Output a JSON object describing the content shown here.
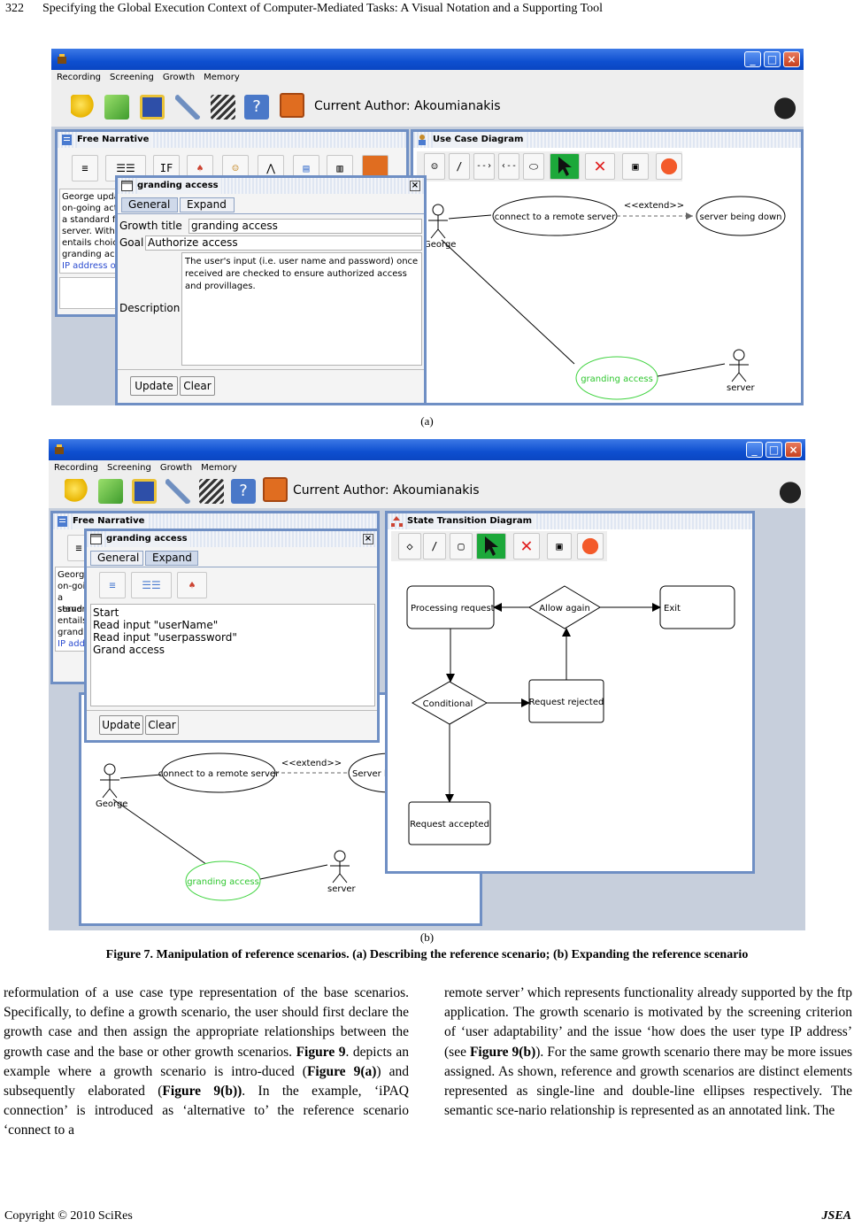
{
  "header": {
    "page_number": "322",
    "running_title": "Specifying the Global Execution Context of Computer-Mediated Tasks: A Visual Notation and a Supporting Tool"
  },
  "app": {
    "menu": [
      "Recording",
      "Screening",
      "Growth",
      "Memory"
    ],
    "author_label": "Current Author: Akoumianakis",
    "window_buttons": {
      "minimize": "_",
      "maximize": "□",
      "close": "×"
    }
  },
  "fig_a": {
    "caption": "(a)",
    "free_narrative": {
      "title": "Free Narrative",
      "toolbar_text_icon": "IF",
      "narrative_lines": [
        "George upda",
        "on-going act",
        "a standard fl",
        "server. With",
        "entails choic",
        "granding acc",
        "IP address o"
      ]
    },
    "dialog": {
      "title": "granding access",
      "close_glyph": "×",
      "tabs": [
        "General",
        "Expand"
      ],
      "growth_title_label": "Growth title",
      "growth_title_value": "granding access",
      "goal_label": "Goal",
      "goal_value": "Authorize access",
      "description_label": "Description",
      "description_lines": [
        "The user's input (i.e. user name and password) once",
        "received are checked to ensure authorized access",
        "and provillages."
      ],
      "update_button": "Update",
      "clear_button": "Clear"
    },
    "use_case": {
      "title": "Use Case Diagram",
      "actor_george": "George",
      "actor_server": "server",
      "uc_connect": "connect to a remote server",
      "uc_server_down": "server being down",
      "uc_granding": "granding access",
      "extend_label": "<<extend>>"
    }
  },
  "fig_b": {
    "caption": "(b)",
    "free_narrative": {
      "title": "Free Narrative",
      "narrative_lines": [
        "George",
        "on-goi",
        "a stand",
        "server.",
        "entails",
        "grandin",
        "IP addr"
      ]
    },
    "dialog": {
      "title": "granding access",
      "close_glyph": "×",
      "tabs": [
        "General",
        "Expand"
      ],
      "script_lines": [
        "Start",
        "Read input \"userName\"",
        "Read input \"userpassword\"",
        "Grand access"
      ],
      "update_button": "Update",
      "clear_button": "Clear"
    },
    "state_diagram": {
      "title": "State Transition Diagram",
      "processing": "Processing request",
      "allow_again": "Allow again",
      "exit": "Exit",
      "conditional": "Conditional",
      "rejected": "Request rejected",
      "accepted": "Request accepted"
    },
    "use_case": {
      "actor_george": "George",
      "actor_server": "server",
      "uc_connect": "connect to a remote server",
      "uc_server_partial": "Server b",
      "uc_granding": "granding access",
      "extend_label": "<<extend>>"
    }
  },
  "figure_caption": "Figure 7. Manipulation of reference scenarios. (a) Describing the reference scenario; (b) Expanding the reference scenario",
  "body": {
    "left_column": [
      "reformulation of a use case type representation of the base scenarios. Specifically, to define a growth scenario, the user should first declare the growth case and then assign the appropriate relationships between the growth case and the base or other growth scenarios. ",
      "Figure 9",
      ". depicts an example where a growth scenario is intro-duced (",
      "Figure 9(a)",
      ") and subsequently elaborated (",
      "Figure 9(b))",
      ". In the example, ‘iPAQ connection’ is introduced as ‘alternative to’ the reference scenario ‘connect to a"
    ],
    "right_column": [
      "remote server’ which represents functionality already supported by the ftp application. The growth scenario is motivated by the screening criterion of ‘user adaptability’ and the issue ‘how does the user type IP address’ (see ",
      "Figure 9(b)",
      "). For the same growth scenario there may be more issues assigned. As shown, reference and growth scenarios are distinct elements represented as single-line and double-line ellipses respectively. The semantic sce-nario relationship is represented as an annotated link. The"
    ]
  },
  "footer": {
    "copyright": "Copyright © 2010 SciRes",
    "journal": "JSEA"
  }
}
